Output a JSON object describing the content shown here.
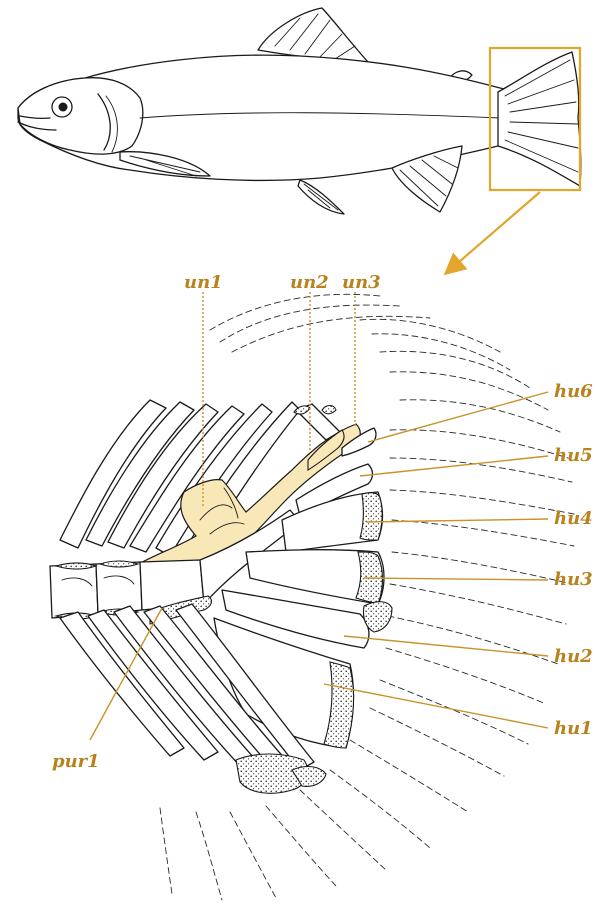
{
  "colors": {
    "label": "#b8821e",
    "highlight_box": "#e3a52c",
    "uroneural_fill": "#f8e8b8",
    "ink": "#1a1a1a"
  },
  "labels": {
    "un1": "un1",
    "un2": "un2",
    "un3": "un3",
    "hu6": "hu6",
    "hu5": "hu5",
    "hu4": "hu4",
    "hu3": "hu3",
    "hu2": "hu2",
    "hu1": "hu1",
    "pur1": "pur1"
  }
}
